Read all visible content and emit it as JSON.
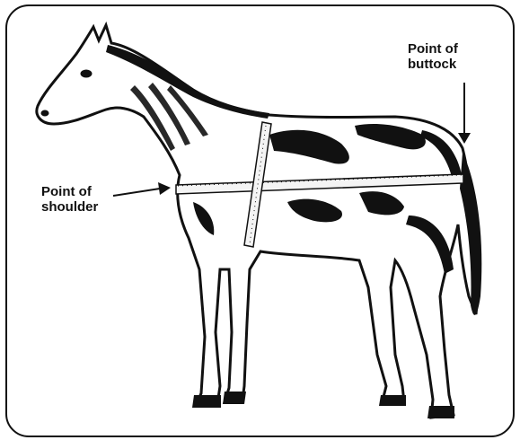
{
  "labels": {
    "point_of_buttock": [
      "Point of",
      "buttock"
    ],
    "point_of_shoulder": [
      "Point of",
      "shoulder"
    ]
  },
  "colors": {
    "ink": "#111111",
    "paper": "#ffffff",
    "tape": "#f4f4f4"
  },
  "icons": {
    "horse": "horse-silhouette",
    "tape": "measuring-tape",
    "arrow": "pointer-arrow"
  }
}
